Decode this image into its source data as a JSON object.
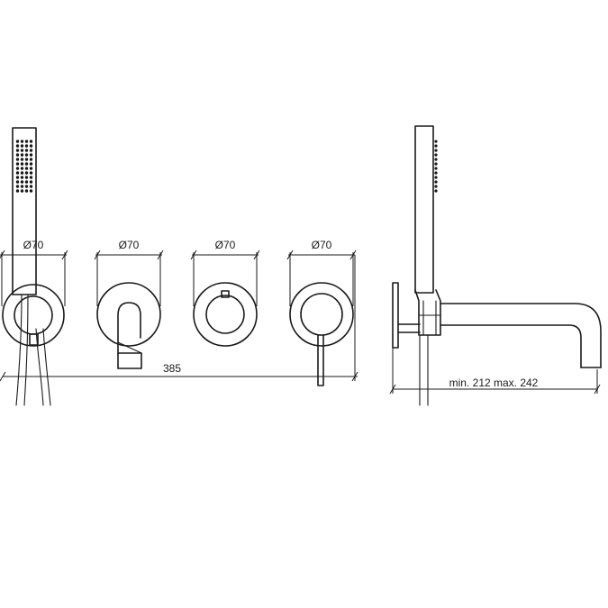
{
  "front_view": {
    "dimensions": [
      "Ø70",
      "Ø70",
      "Ø70",
      "Ø70"
    ],
    "overall_width": "385"
  },
  "side_view": {
    "spout_projection": "min. 212 max. 242"
  }
}
